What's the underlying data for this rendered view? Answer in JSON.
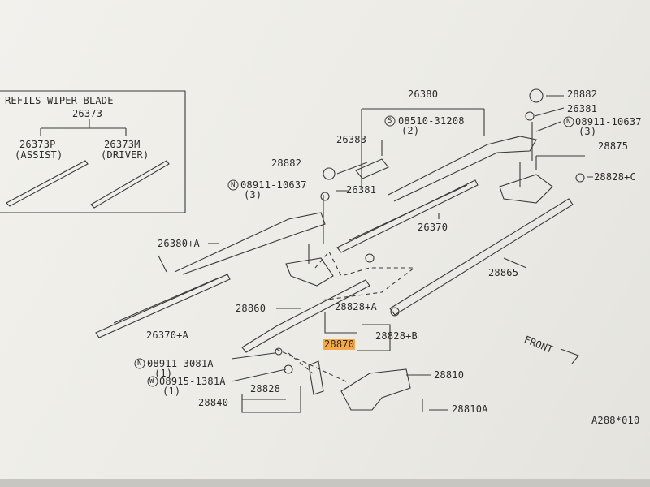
{
  "refills": {
    "title": "REFILS-WIPER BLADE",
    "parent": "26373",
    "assist_part": "26373P",
    "assist_desc": "(ASSIST)",
    "driver_part": "26373M",
    "driver_desc": "(DRIVER)"
  },
  "labels": {
    "p26380": "26380",
    "p08510": "08510-31208",
    "p08510_qty": "(2)",
    "p26383": "26383",
    "p28882_top": "28882",
    "p26381_top": "26381",
    "p08911_top": "08911-10637",
    "p08911_top_qty": "(3)",
    "p28875": "28875",
    "p28828c": "28828+C",
    "p28882_left": "28882",
    "p08911_left": "08911-10637",
    "p08911_left_qty": "(3)",
    "p26381_left": "26381",
    "p26370": "26370",
    "p26380a": "26380+A",
    "p28865": "28865",
    "p28860": "28860",
    "p28828a": "28828+A",
    "p28828b": "28828+B",
    "p28870": "28870",
    "p26370a": "26370+A",
    "p08911_3081": "08911-3081A",
    "p08911_3081_qty": "(1)",
    "p08915": "08915-1381A",
    "p08915_qty": "(1)",
    "p28828": "28828",
    "p28840": "28840",
    "p28810": "28810",
    "p28810a": "28810A",
    "front": "FRONT",
    "ref_code": "A288*010",
    "marker_n": "N",
    "marker_s": "S",
    "marker_w": "W"
  },
  "colors": {
    "line": "#3a3a3a",
    "highlight": "#f2a94a"
  }
}
